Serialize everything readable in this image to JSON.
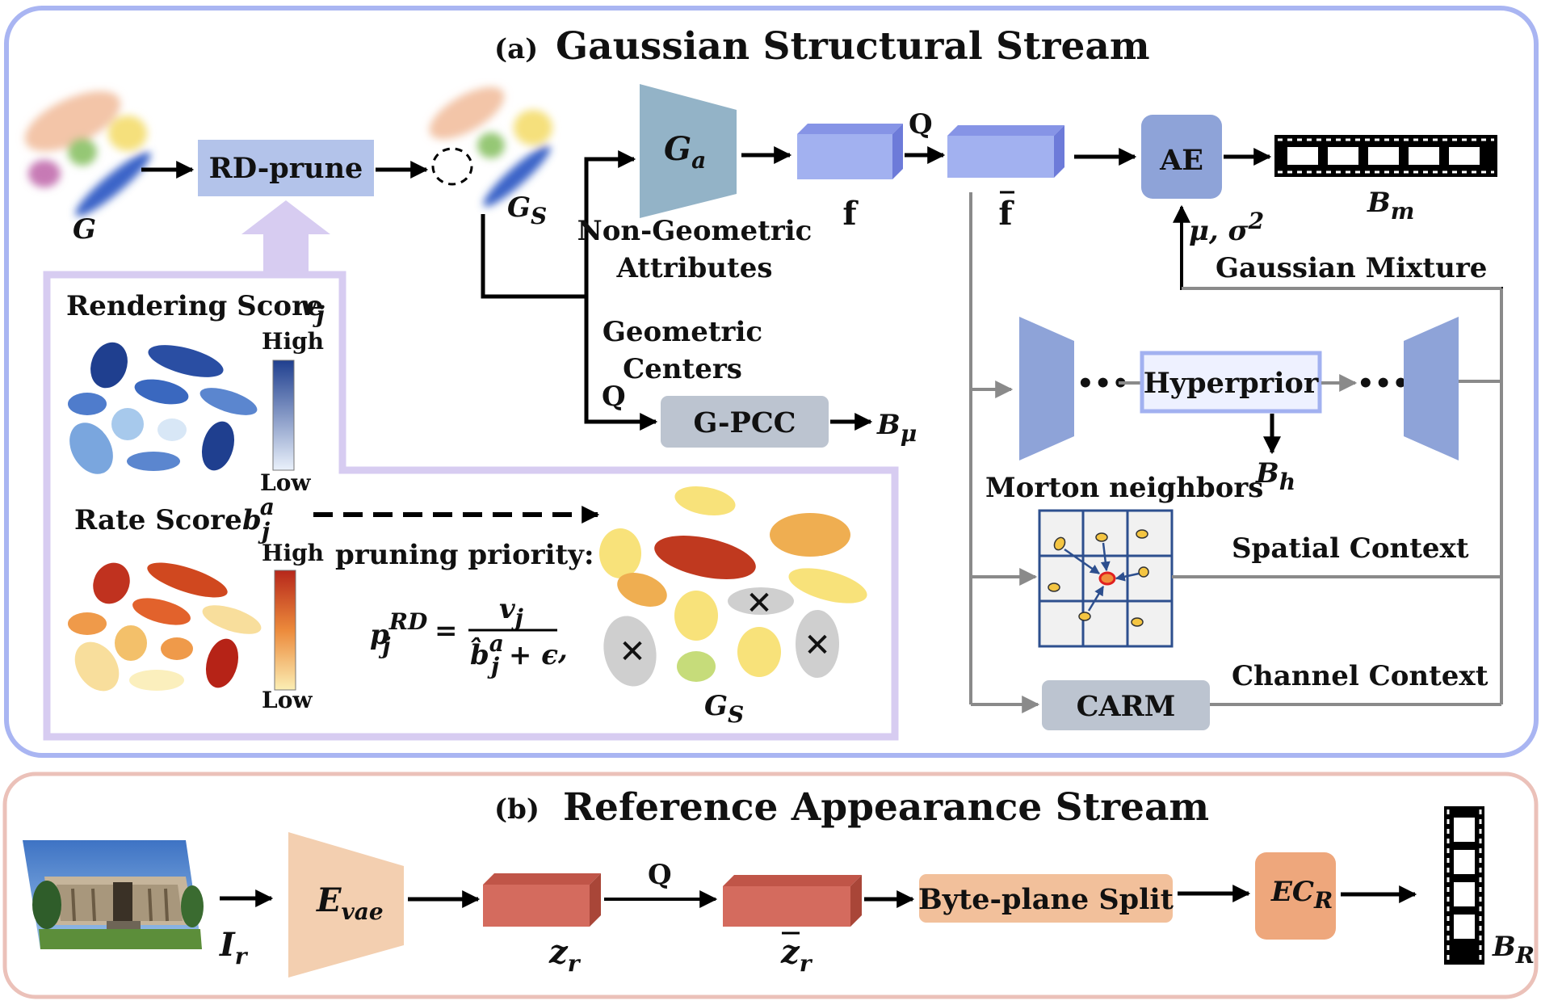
{
  "stream_a": {
    "title_tag": "(a)",
    "title": "Gaussian Structural Stream",
    "rd_prune": "RD-prune",
    "g_label": "G",
    "gs_label": "G",
    "gs_sub": "S",
    "ga_label": "G",
    "ga_sub": "a",
    "non_geo_line1": "Non-Geometric",
    "non_geo_line2": "Attributes",
    "geo_line1": "Geometric",
    "geo_line2": "Centers",
    "q_label": "Q",
    "f_label": "f",
    "fbar_label": "f",
    "ae_label": "AE",
    "bm_label": "B",
    "bm_sub": "m",
    "mu_sigma": "μ, σ",
    "mu_sigma_sup": "2",
    "gaussian_mixture": "Gaussian Mixture",
    "gpcc_label": "G-PCC",
    "bmu_label": "B",
    "bmu_sub": "μ",
    "hyperprior_label": "Hyperprior",
    "bh_label": "B",
    "bh_sub": "h",
    "morton_neighbors": "Morton neighbors",
    "spatial_context": "Spatial Context",
    "channel_context": "Channel Context",
    "carm_label": "CARM",
    "rendering_score": "Rendering Score",
    "rendering_var": "v",
    "rendering_sub": "j",
    "rate_score": "Rate Score",
    "rate_var": "b",
    "rate_sup": "a",
    "rate_sub": "j",
    "high_label": "High",
    "low_label": "Low",
    "pruning_priority": "pruning priority:",
    "formula_lhs": "p",
    "formula_lhs_sup": "RD",
    "formula_lhs_sub": "j",
    "formula_eq": "=",
    "formula_num": "v",
    "formula_num_sub": "j",
    "formula_den": "b̂",
    "formula_den_sup": "a",
    "formula_den_sub": "j",
    "formula_den_tail": " + ϵ",
    "formula_comma": ",",
    "gs_bottom": "G",
    "gs_bottom_sub": "S"
  },
  "stream_b": {
    "title_tag": "(b)",
    "title": "Reference Appearance Stream",
    "ir_label": "I",
    "ir_sub": "r",
    "evae_label": "E",
    "evae_sub": "vae",
    "q_label": "Q",
    "zr_label": "z",
    "zr_sub": "r",
    "zbar_label": "z",
    "zbar_sub": "r",
    "byteplane": "Byte-plane Split",
    "ecr_label": "EC",
    "ecr_sub": "R",
    "br_label": "B",
    "br_sub": "R"
  },
  "colors": {
    "stream_a_border": "#a9b5f2",
    "stream_b_border": "#ebc1b9",
    "rd_prune_fill": "#b3c3ea",
    "score_panel_border": "#d7ccf1",
    "ga_fill": "#93b3c7",
    "f_fill": "#a2b1f0",
    "ae_fill": "#8ea3d8",
    "encoder_fill": "#8ea3d8",
    "gpcc_fill": "#bcc4d0",
    "carm_fill": "#bcc4d0",
    "evae_fill": "#f3cfb0",
    "z_fill": "#d46b5e",
    "byteplane_fill": "#f2c09b",
    "ecr_fill": "#eea77c"
  }
}
